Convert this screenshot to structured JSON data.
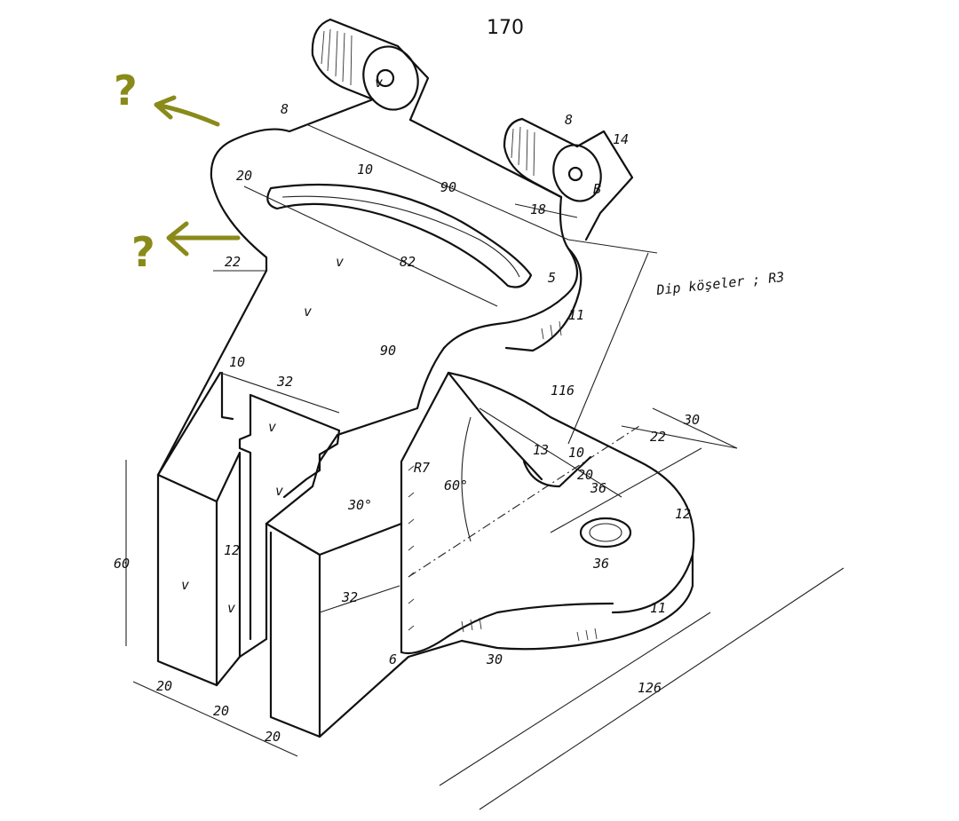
{
  "page_number": "170",
  "note": "Dip köşeler ; R3",
  "dimensions": {
    "d8_top": "8",
    "d8_right": "8",
    "d14": "14",
    "d10_top": "10",
    "d90_top": "90",
    "d20_slot": "20",
    "d18": "18",
    "d82": "82",
    "d5": "5",
    "d22_left": "22",
    "d90_mid": "90",
    "d116": "116",
    "d11_a": "11",
    "d10_step": "10",
    "d32_step": "32",
    "d30_angle": "30°",
    "d60_angle": "60°",
    "dR7": "R7",
    "d13": "13",
    "d10_slot2": "10",
    "d20_slot2": "20",
    "d36_a": "36",
    "d30_right": "30",
    "d22_right": "22",
    "d12_hole": "12",
    "d36_b": "36",
    "d11_b": "11",
    "d60_left": "60",
    "d12_left": "12",
    "d32_bottom": "32",
    "d6": "6",
    "d30_bottom": "30",
    "d126": "126",
    "d20_a": "20",
    "d20_b": "20",
    "d20_c": "20",
    "dB": "B"
  },
  "surface_marks": [
    "v",
    "v",
    "v",
    "v",
    "v",
    "v",
    "v"
  ],
  "annotations": {
    "q1": "?",
    "q2": "?"
  }
}
